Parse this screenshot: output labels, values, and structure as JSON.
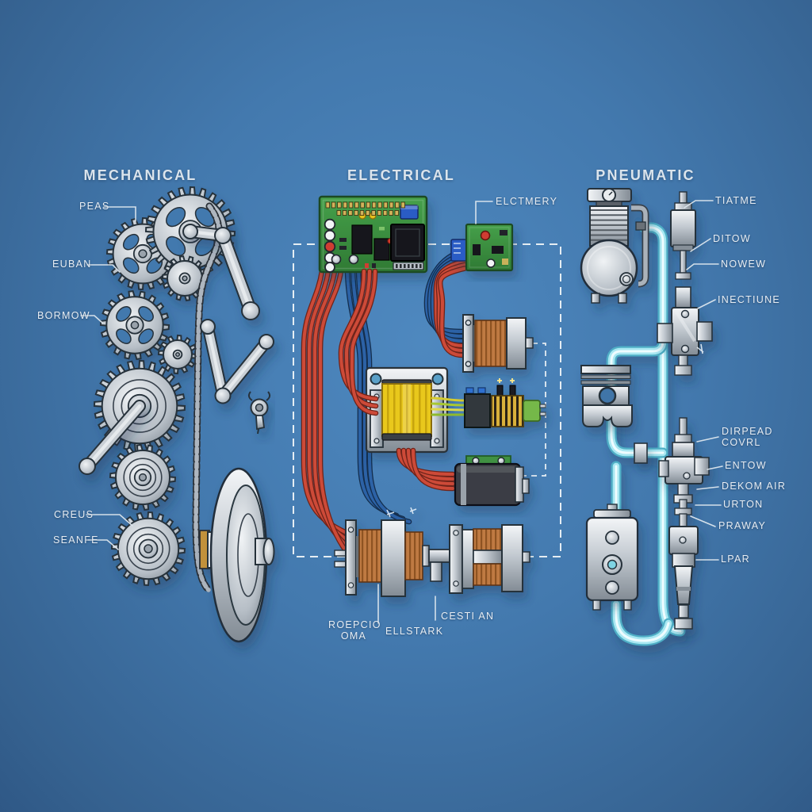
{
  "sections": {
    "mechanical": {
      "title": "MECHANICAL",
      "labels": [
        "PEAS",
        "EUBAN",
        "BORMOW",
        "CREUS",
        "SEANFE"
      ]
    },
    "electrical": {
      "title": "ELECTRICAL",
      "labels": [
        "ELCTMERY",
        "ROEPCIO OMA",
        "ELLSTARK",
        "CESTI AN"
      ]
    },
    "pneumatic": {
      "title": "PNEUMATIC",
      "labels": [
        "TIATME",
        "DITOW",
        "NOWEW",
        "INECTIUNE",
        "DIRPEAD COVRL",
        "ENTOW",
        "DEKOM AIR",
        "URTON",
        "PRAWAY",
        "LPAR"
      ]
    }
  },
  "colors": {
    "background_blue": "#4379ae",
    "wire_red": "#cd4a38",
    "wire_blue": "#2c62a6",
    "pcb_green": "#3e8f42",
    "coil_yellow": "#e9c81f",
    "copper": "#bf7a42",
    "tube_cyan": "#a9e8f2",
    "metal_silver": "#c6ccd2",
    "dashed_outline": "#eef3f7",
    "label_text": "#e7edf3"
  }
}
